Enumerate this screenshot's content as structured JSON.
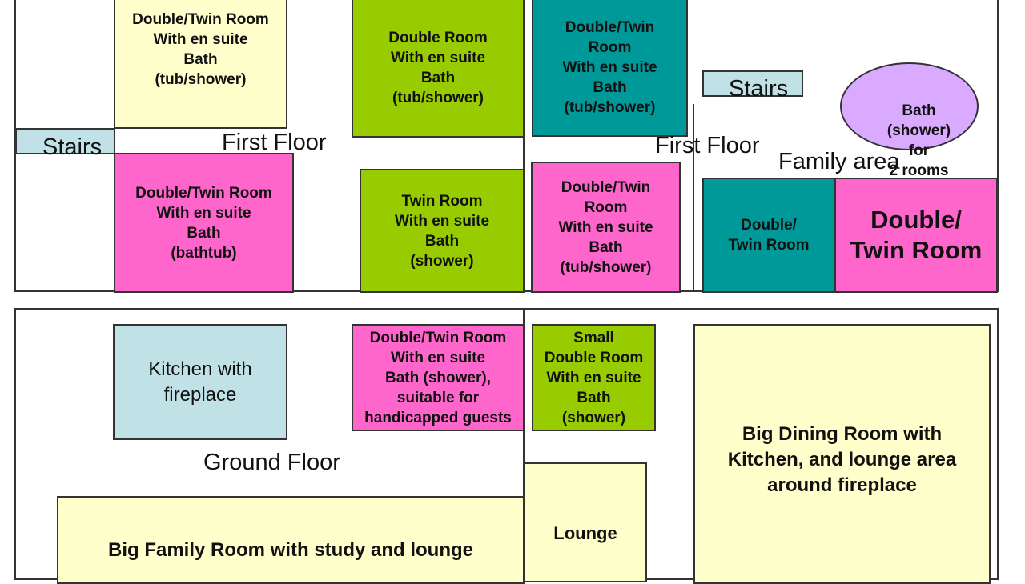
{
  "first_floor": {
    "label_left": "First Floor",
    "label_right": "First Floor",
    "family_area": "Family area",
    "stairs_left": "Stairs",
    "stairs_right": "Stairs",
    "rooms": [
      {
        "text": "Double/Twin Room\nWith en suite\nBath\n(tub/shower)",
        "color": "#ffffcc"
      },
      {
        "text": "Double Room\nWith en suite\nBath\n(tub/shower)",
        "color": "#99cc00"
      },
      {
        "text": "Double/Twin\nRoom\nWith en suite\nBath\n(tub/shower)",
        "color": "#009999"
      },
      {
        "text": "Double/Twin Room\nWith en suite\nBath\n(bathtub)",
        "color": "#ff66cc"
      },
      {
        "text": "Twin Room\nWith en suite\nBath\n(shower)",
        "color": "#99cc00"
      },
      {
        "text": "Double/Twin\nRoom\nWith en suite\nBath\n(tub/shower)",
        "color": "#ff66cc"
      },
      {
        "text": "Double/\nTwin Room",
        "color": "#009999"
      },
      {
        "text": "Double/\nTwin Room",
        "color": "#ff66cc"
      }
    ],
    "shared_bath": "Bath\n(shower)\nfor\n2 rooms"
  },
  "ground_floor": {
    "label": "Ground Floor",
    "rooms": [
      {
        "text": "Kitchen with\nfireplace",
        "color": "#c0e2e6"
      },
      {
        "text": "Double/Twin Room\nWith en suite\nBath (shower),\nsuitable for\nhandicapped guests",
        "color": "#ff66cc"
      },
      {
        "text": "Small\nDouble Room\nWith en suite\nBath\n(shower)",
        "color": "#99cc00"
      },
      {
        "text": "Lounge",
        "color": "#ffffcc"
      },
      {
        "text": "Big Dining Room with\nKitchen, and lounge area\naround fireplace",
        "color": "#ffffcc"
      },
      {
        "text": "Big Family Room with study and lounge",
        "color": "#ffffcc"
      }
    ]
  }
}
